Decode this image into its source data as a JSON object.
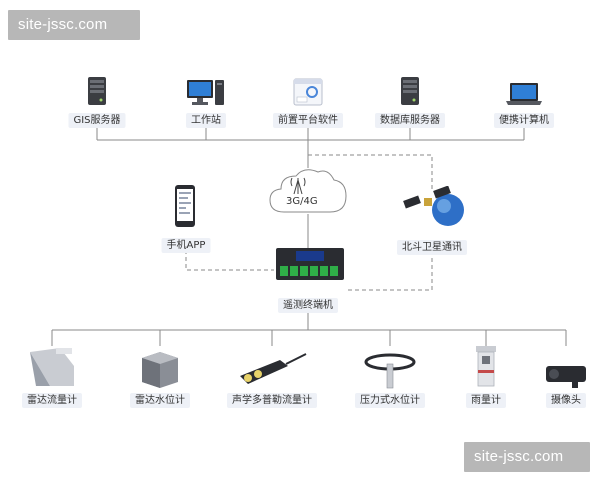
{
  "watermark": {
    "text": "site-jssc.com"
  },
  "top_devices": [
    {
      "label": "GIS服务器",
      "icon": "server-icon"
    },
    {
      "label": "工作站",
      "icon": "workstation-icon"
    },
    {
      "label": "前置平台软件",
      "icon": "software-window-icon"
    },
    {
      "label": "数据库服务器",
      "icon": "server-icon"
    },
    {
      "label": "便携计算机",
      "icon": "laptop-icon"
    }
  ],
  "network": {
    "cloud_label": "3G/4G",
    "phone_label": "手机APP",
    "satellite_label": "北斗卫星通讯",
    "terminal_label": "遥测终端机"
  },
  "sensors": [
    {
      "label": "雷达流量计",
      "icon": "radar-flowmeter-icon"
    },
    {
      "label": "雷达水位计",
      "icon": "radar-level-icon"
    },
    {
      "label": "声学多普勒流量计",
      "icon": "doppler-flowmeter-icon"
    },
    {
      "label": "压力式水位计",
      "icon": "pressure-level-icon"
    },
    {
      "label": "雨量计",
      "icon": "rain-gauge-icon"
    },
    {
      "label": "摄像头",
      "icon": "camera-icon"
    }
  ],
  "colors": {
    "line": "#8a8a8a",
    "label_bg": "#eef1f7",
    "terminal_green": "#2fae48",
    "screen_blue": "#1a3a8c"
  }
}
